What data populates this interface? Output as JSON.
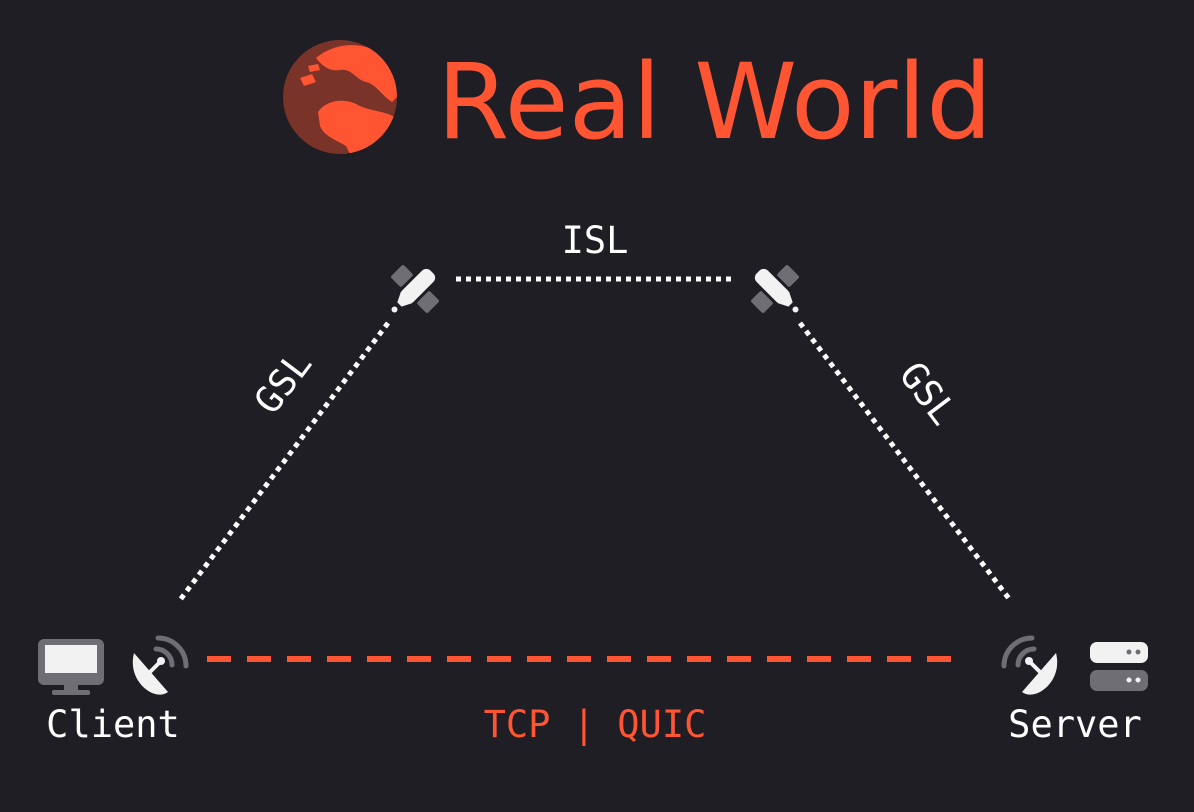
{
  "title": "Real World",
  "links": {
    "isl_label": "ISL",
    "gsl_left_label": "GSL",
    "gsl_right_label": "GSL",
    "transport_label": "TCP | QUIC"
  },
  "nodes": {
    "client_label": "Client",
    "server_label": "Server"
  },
  "icons": {
    "title": "globe-icon",
    "satellite_left": "satellite-icon",
    "satellite_right": "satellite-icon",
    "client_computer": "desktop-monitor-icon",
    "client_dish": "satellite-dish-icon",
    "server_dish": "satellite-dish-icon",
    "server_rack": "server-icon"
  },
  "colors": {
    "background": "#1f1e24",
    "accent": "#ff5533",
    "globe_dark": "#7a3328",
    "line": "#ffffff",
    "text": "#ffffff",
    "icon_gray": "#6f6e75",
    "icon_light": "#f2f2f2"
  }
}
